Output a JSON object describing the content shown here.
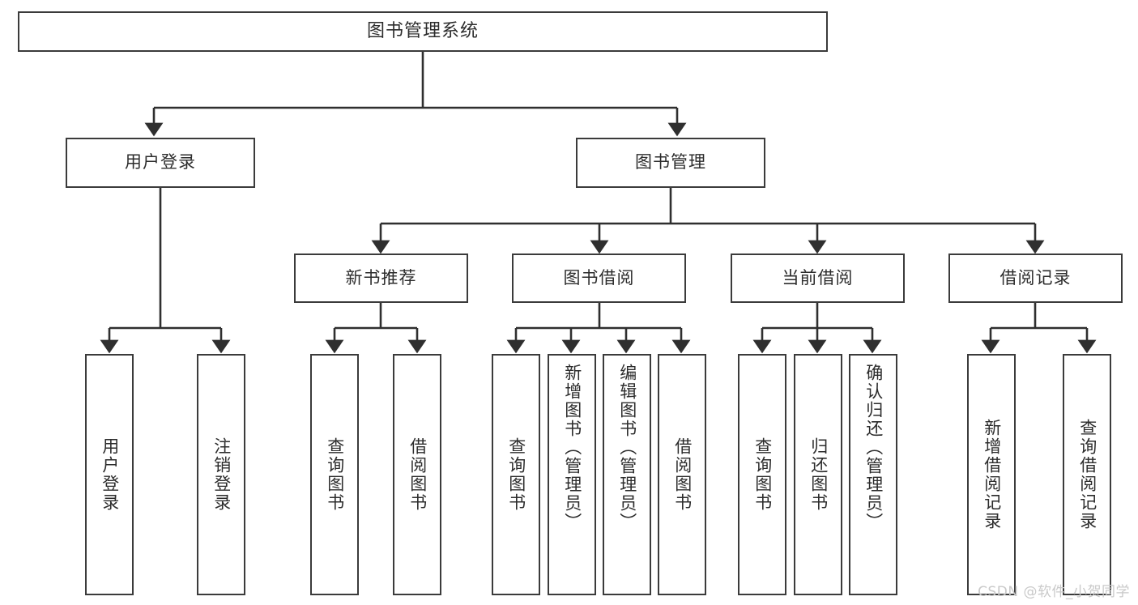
{
  "diagram": {
    "title": "图书管理系统",
    "type": "tree-hierarchy-chart",
    "root": {
      "label": "图书管理系统"
    },
    "level2": [
      {
        "label": "用户登录"
      },
      {
        "label": "图书管理"
      }
    ],
    "level3": [
      {
        "label": "新书推荐"
      },
      {
        "label": "图书借阅"
      },
      {
        "label": "当前借阅"
      },
      {
        "label": "借阅记录"
      }
    ],
    "leaves": {
      "user_login": [
        {
          "label": "用户登录"
        },
        {
          "label": "注销登录"
        }
      ],
      "new_book_recommend": [
        {
          "label": "查询图书"
        },
        {
          "label": "借阅图书"
        }
      ],
      "book_borrow": [
        {
          "label": "查询图书"
        },
        {
          "label": "新增图书（管理员）"
        },
        {
          "label": "编辑图书（管理员）"
        },
        {
          "label": "借阅图书"
        }
      ],
      "current_borrow": [
        {
          "label": "查询图书"
        },
        {
          "label": "归还图书"
        },
        {
          "label": "确认归还（管理员）"
        }
      ],
      "borrow_record": [
        {
          "label": "新增借阅记录"
        },
        {
          "label": "查询借阅记录"
        }
      ]
    }
  },
  "watermark": {
    "text": "CSDN @软件_小贺同学"
  },
  "colors": {
    "box_border": "#3b3b3b",
    "box_fill": "#ffffff",
    "text": "#2c2c2c",
    "connector": "#2f2f2f",
    "watermark": "#c9c9c9",
    "background": "#ffffff"
  }
}
